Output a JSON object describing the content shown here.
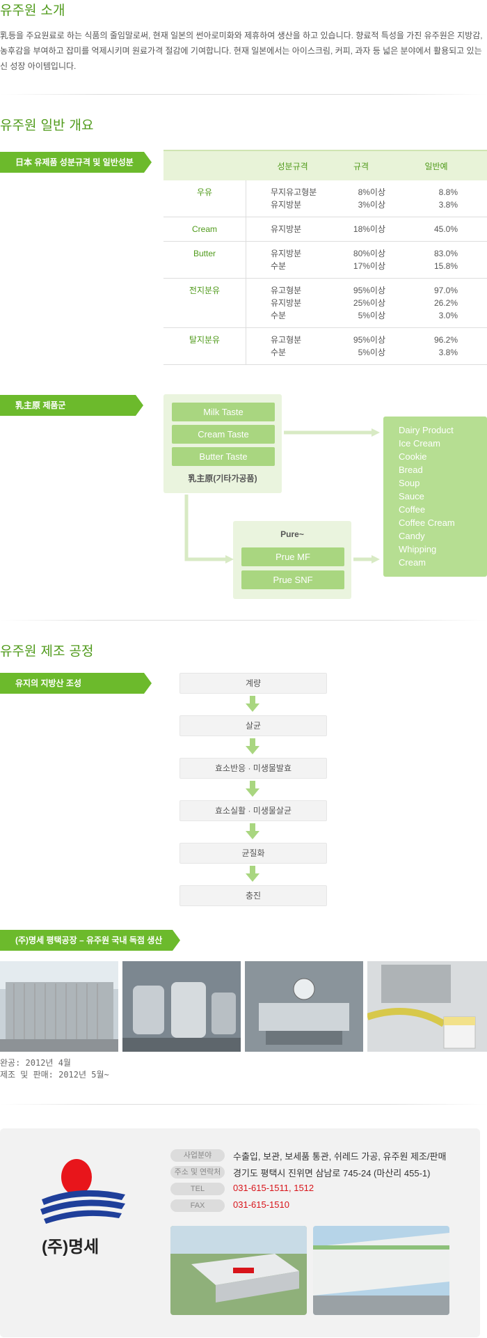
{
  "sections": {
    "intro_title": "유주원 소개",
    "intro_text": "乳등을 주요원료로 하는 식품의 줄임말로써, 현재 일본의 썬아로미화와 제휴하여 생산을 하고 있습니다. 향료적 특성을 가진 유주원은 지방감, 농후감을 부여하고 잡미를 억제시키며 원료가격 절감에 기여합니다. 현재 일본에서는 아이스크림, 커피, 과자 등 넓은 분야에서 활용되고 있는 신 성장 아이템입니다.",
    "overview_title": "유주원 일반 개요",
    "process_title": "유주원 제조 공정"
  },
  "tags": {
    "spec": "日本 유제품 성분규격 및 일반성분",
    "products": "乳主原 제품군",
    "process": "유지의 지방산 조성",
    "factory": "(주)명세 평택공장 – 유주원 국내 독점 생산"
  },
  "spec_table": {
    "headers": [
      "",
      "성분규격",
      "규격",
      "일반예"
    ],
    "rows": [
      {
        "cat": "우유",
        "names": [
          "무지유고형분",
          "유지방분"
        ],
        "specs": [
          "8%이상",
          "3%이상"
        ],
        "vals": [
          "8.8%",
          "3.8%"
        ]
      },
      {
        "cat": "Cream",
        "names": [
          "유지방분"
        ],
        "specs": [
          "18%이상"
        ],
        "vals": [
          "45.0%"
        ]
      },
      {
        "cat": "Butter",
        "names": [
          "유지방분",
          "수분"
        ],
        "specs": [
          "80%이상",
          "17%이상"
        ],
        "vals": [
          "83.0%",
          "15.8%"
        ]
      },
      {
        "cat": "전지분유",
        "names": [
          "유고형분",
          "유지방분",
          "수분"
        ],
        "specs": [
          "95%이상",
          "25%이상",
          "5%이상"
        ],
        "vals": [
          "97.0%",
          "26.2%",
          "3.0%"
        ]
      },
      {
        "cat": "탈지분유",
        "names": [
          "유고형분",
          "수분"
        ],
        "specs": [
          "95%이상",
          "5%이상"
        ],
        "vals": [
          "96.2%",
          "3.8%"
        ]
      }
    ]
  },
  "products": {
    "tastes": [
      "Milk Taste",
      "Cream Taste",
      "Butter Taste"
    ],
    "group_label": "乳主原(기타가공품)",
    "pure_title": "Pure~",
    "pure_items": [
      "Prue MF",
      "Prue  SNF"
    ],
    "applications": [
      "Dairy Product",
      "Ice Cream",
      "Cookie",
      "Bread",
      "Soup",
      "Sauce",
      "Coffee",
      "Coffee Cream",
      "Candy",
      "Whipping",
      "Cream"
    ]
  },
  "process_steps": [
    "계량",
    "살균",
    "효소반응 · 미생물발효",
    "효소실활 · 미생물살균",
    "균질화",
    "충진"
  ],
  "factory": {
    "completed": "완공: 2012년 4월",
    "sales": "제조 및 판매: 2012년 5월~"
  },
  "company": {
    "name": "(주)명세",
    "info": [
      {
        "label": "사업분야",
        "value": "수출입, 보관, 보세품 통관, 쉬레드 가공, 유주원 제조/판매"
      },
      {
        "label": "주소 및 연락처",
        "value": "경기도 평택시 진위면 삼남로 745-24 (마산리 455-1)"
      },
      {
        "label": "TEL",
        "value": "031-615-1511, 1512"
      },
      {
        "label": "FAX",
        "value": "031-615-1510"
      }
    ]
  },
  "colors": {
    "accent": "#4f9a1a",
    "tag": "#6cba2c",
    "light_green": "#eaf4de",
    "phone_red": "#d8141a"
  }
}
